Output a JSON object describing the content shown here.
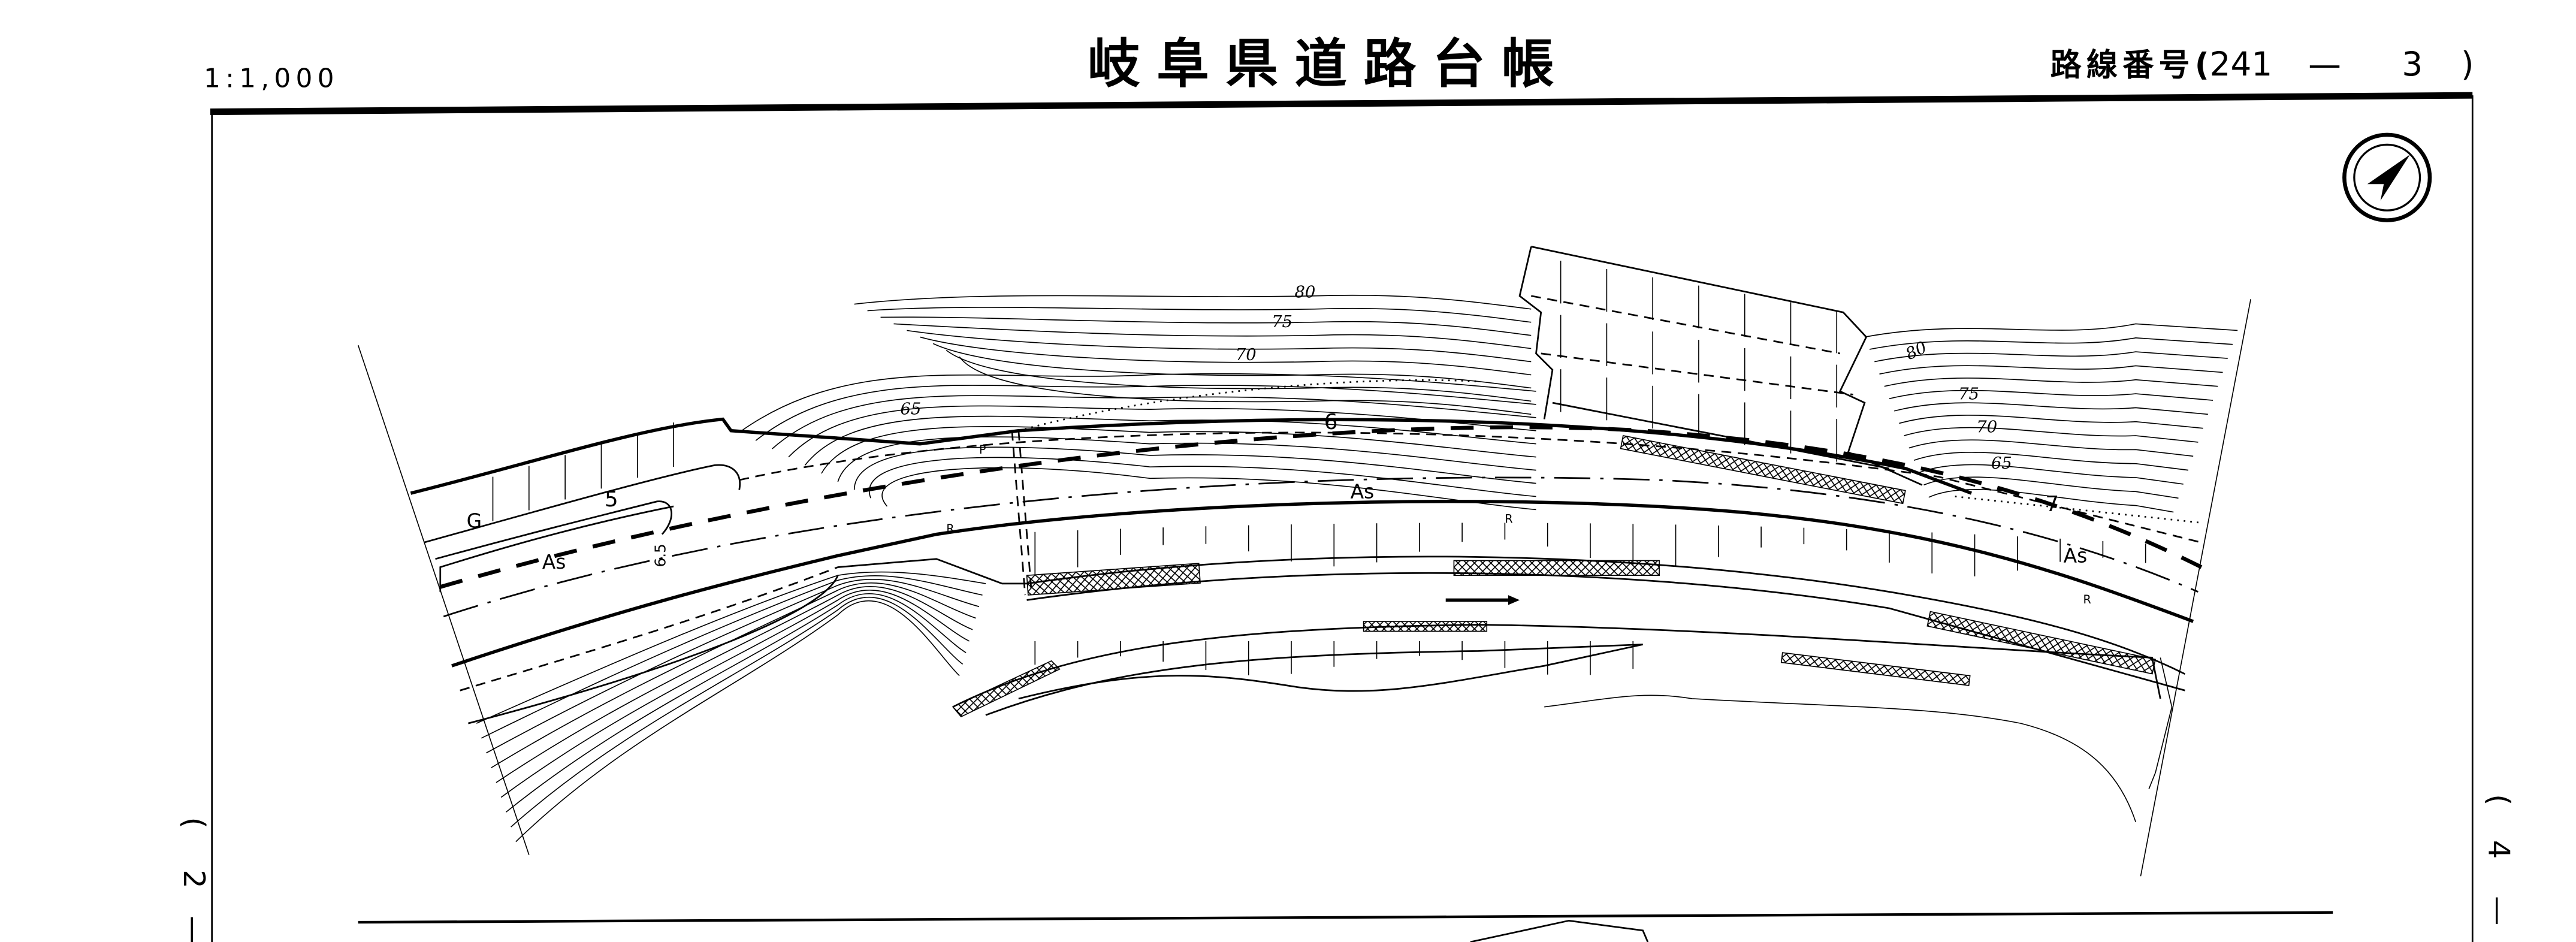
{
  "header": {
    "scale": "1:1,000",
    "title": "岐阜県道路台帳",
    "route_label": "路線番号(",
    "route_number": "241",
    "route_dash": "—",
    "route_section": "3",
    "route_close": ")"
  },
  "side_labels": {
    "left_paren": "(",
    "left_sheet": "2",
    "left_dash": "—",
    "right_paren": "(",
    "right_sheet": "4",
    "right_dash": "—"
  },
  "map": {
    "contours_left": [
      "80",
      "75",
      "70",
      "65"
    ],
    "contours_right": [
      "80",
      "75",
      "70",
      "65"
    ],
    "station_numbers": [
      "5",
      "6",
      "7"
    ],
    "surface_labels": [
      "As",
      "As",
      "As"
    ],
    "guardrail_label": "G",
    "retaining_labels": [
      "R",
      "R",
      "R"
    ],
    "parking_label": "P",
    "width_label": "6.5"
  }
}
